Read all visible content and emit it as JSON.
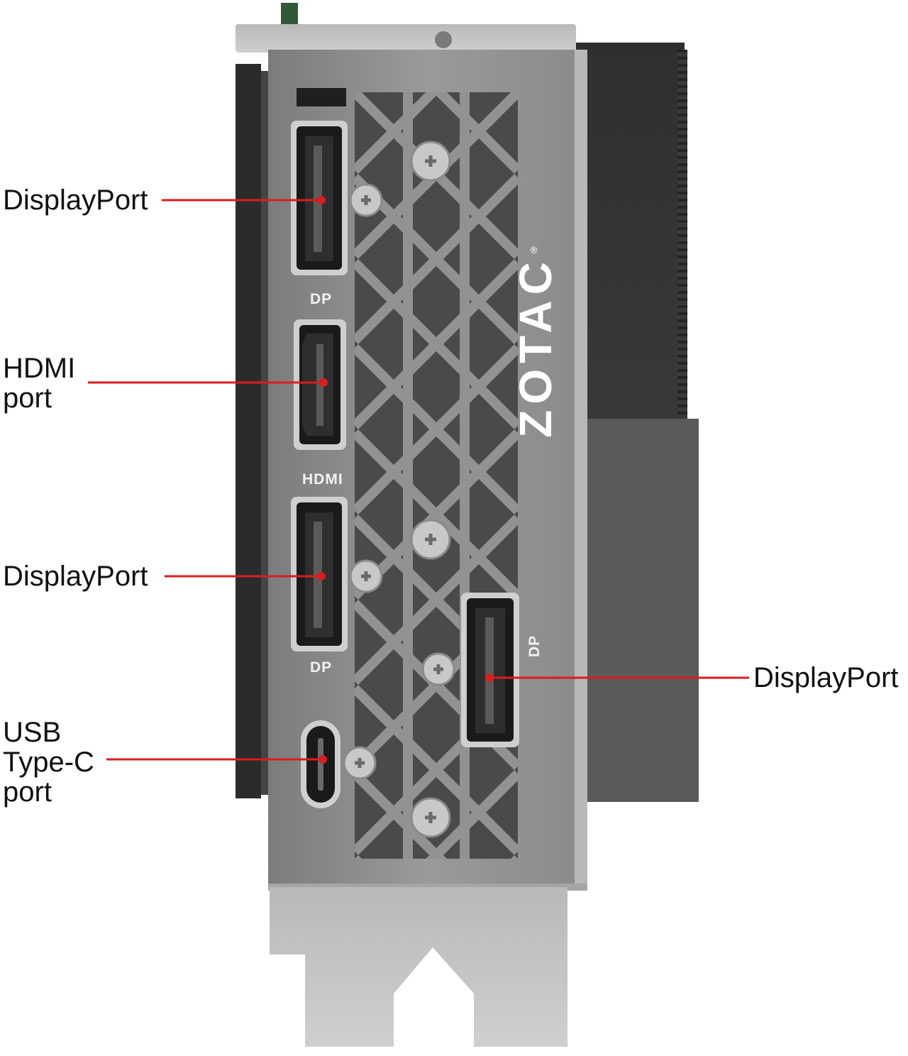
{
  "callouts": [
    {
      "id": "dp1",
      "lines": [
        "DisplayPort"
      ]
    },
    {
      "id": "hdmi",
      "lines": [
        "HDMI",
        "port"
      ]
    },
    {
      "id": "dp2",
      "lines": [
        "DisplayPort"
      ]
    },
    {
      "id": "usbc",
      "lines": [
        "USB",
        "Type-C",
        "port"
      ]
    },
    {
      "id": "dp3",
      "lines": [
        "DisplayPort"
      ]
    }
  ],
  "bracket_labels": {
    "dp_top": "DP",
    "hdmi": "HDMI",
    "dp_mid": "DP",
    "dp_right": "DP"
  },
  "brand": {
    "logo": "ZOTAC",
    "registered": "®"
  },
  "colors": {
    "leader": "#d81e1e",
    "bracket": "#8e8e8e",
    "bracket_light": "#b7b7b7",
    "heatsink": "#3e3e3e",
    "pcb": "#2b2b2b",
    "port_shell": "#1a1a1a"
  },
  "icons": [
    "displayport-connector",
    "hdmi-connector",
    "usb-c-connector",
    "screw-icon"
  ]
}
